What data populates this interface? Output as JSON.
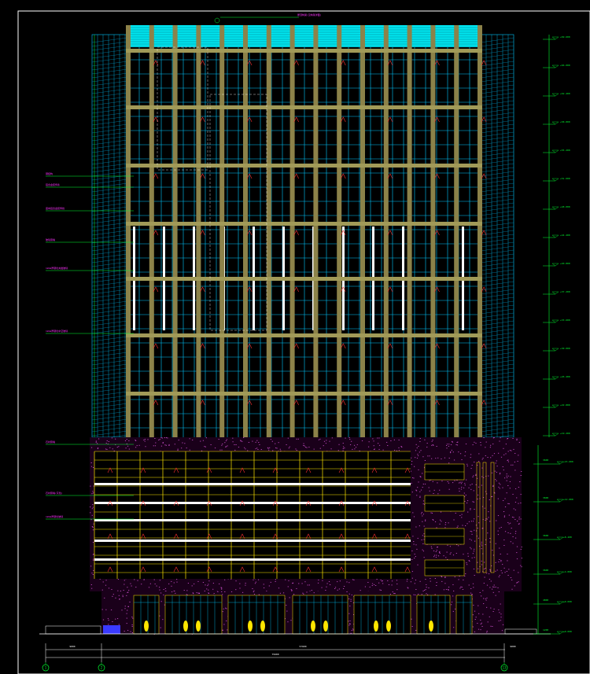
{
  "drawing": {
    "background": "#000000",
    "colors": {
      "frame": "#ffffff",
      "tower_column": "#8c8249",
      "tower_band": "#a19a58",
      "glass": "#00c8ff",
      "glass_alt": "#009ccc",
      "cap_fill": "#00e6f0",
      "dim_line": "#00ff30",
      "annotation_magenta": "#ff33ff",
      "podium_stone": "#ff66ff",
      "podium_grid": "#ffe600",
      "window_mark": "#ff3030",
      "accent_yellow": "#ffe600",
      "lobby_blue": "#3a3aff",
      "white_panel": "#ffffff"
    },
    "icons": [
      "grid-axis-bubble-icon",
      "level-marker-icon"
    ],
    "elevation_marks": [
      "+69.600",
      "+66.000",
      "+62.400",
      "+58.800",
      "+55.200",
      "+51.600",
      "+48.000",
      "+44.400",
      "+40.800",
      "+37.200",
      "+33.600",
      "+30.000",
      "+26.400",
      "+22.800",
      "+19.200",
      "+15.600",
      "+12.000",
      "+8.400",
      "+4.800",
      "±0.000"
    ],
    "podium_dims": [
      "3600",
      "3600",
      "3600",
      "3600",
      "4800",
      "1200"
    ],
    "callouts": [
      "钢结构",
      "铝合金装饰条",
      "竖向铝合金装饰线",
      "玻璃幕墙",
      "12mm厚钢化夹胶玻璃",
      "12mm厚钢化中空玻璃",
      "石材幕墙",
      "石材幕墙(灰色)",
      "12mm厚钢化玻璃"
    ],
    "top_note": "屋顶构架(见构架详图)",
    "bottom_dims": [
      "9000",
      "57600",
      "9000"
    ],
    "overall_dim": "75600",
    "axis_bubbles": [
      "1",
      "2",
      "13"
    ]
  }
}
